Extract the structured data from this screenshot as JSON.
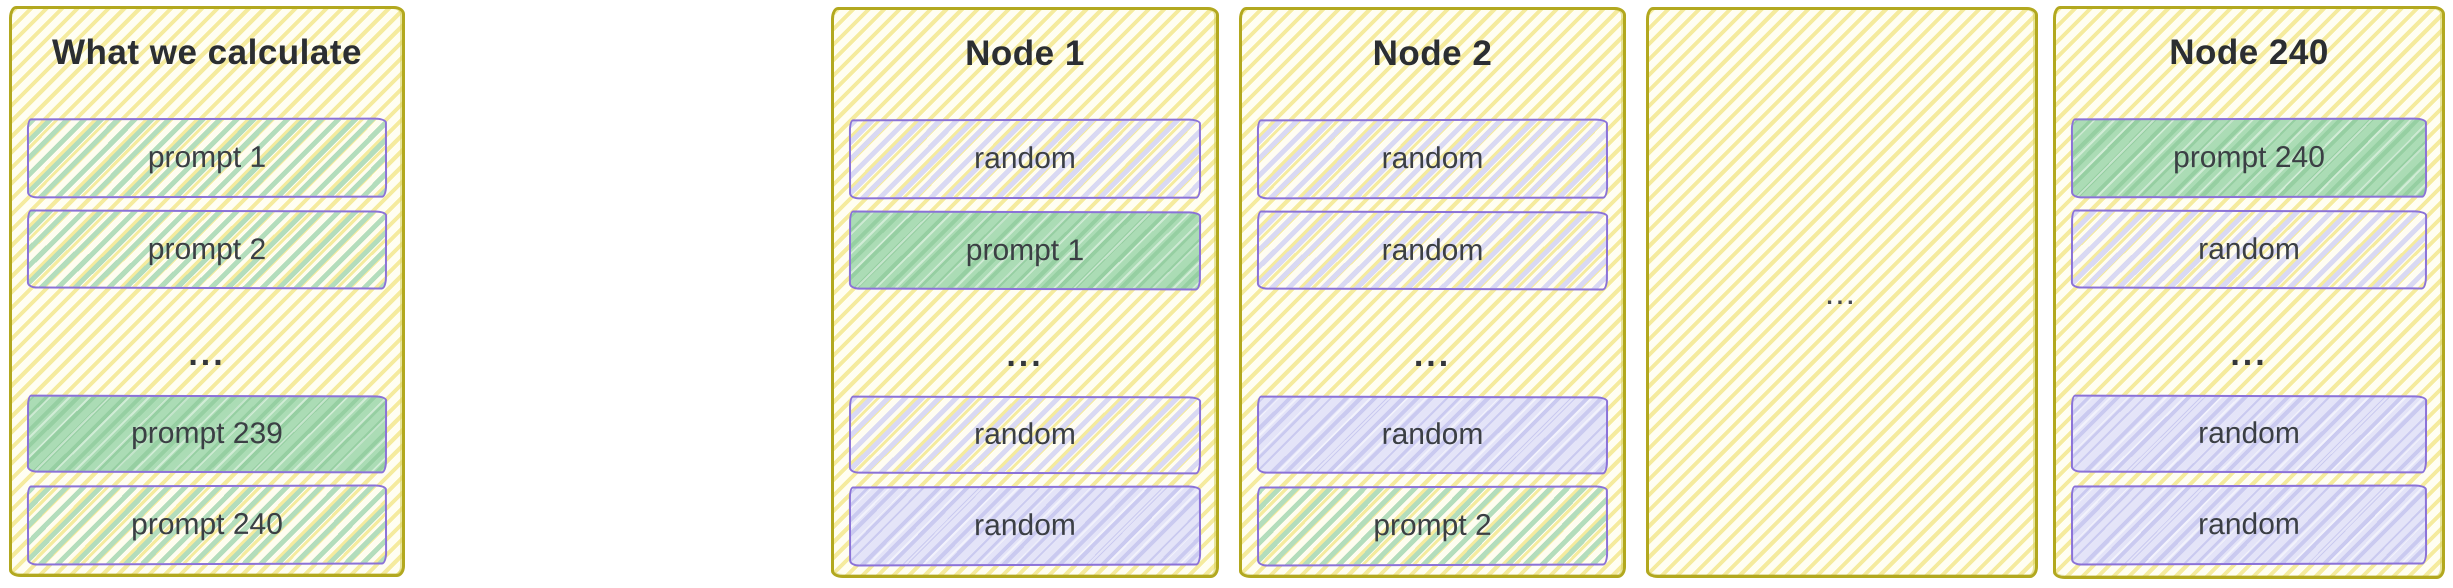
{
  "colors": {
    "panel_border": "#b2a81f",
    "panel_bg": "#fffef2",
    "panel_hatch_line": "#f5eb9e",
    "box_border": "#8b72d8",
    "green_hatch_line": "#b3ddbc",
    "green_solid_fill": "#abdcb5",
    "lavender_hatch_line": "#d9d9f3",
    "lavender_dense_fill": "#e4e4f8",
    "title_text": "#2b2e32",
    "label_text": "#3b3f44"
  },
  "panels": [
    {
      "id": "what-we-calculate",
      "title": "What we calculate",
      "rows": [
        {
          "kind": "box",
          "label": "prompt 1",
          "fill": "green-hatch"
        },
        {
          "kind": "box",
          "label": "prompt 2",
          "fill": "green-hatch"
        },
        {
          "kind": "ellipsis",
          "label": "..."
        },
        {
          "kind": "box",
          "label": "prompt 239",
          "fill": "green-solid"
        },
        {
          "kind": "box",
          "label": "prompt 240",
          "fill": "green-hatch"
        }
      ]
    },
    {
      "id": "node-1",
      "title": "Node 1",
      "rows": [
        {
          "kind": "box",
          "label": "random",
          "fill": "purple-hatch"
        },
        {
          "kind": "box",
          "label": "prompt 1",
          "fill": "green-solid"
        },
        {
          "kind": "ellipsis",
          "label": "..."
        },
        {
          "kind": "box",
          "label": "random",
          "fill": "purple-hatch"
        },
        {
          "kind": "box",
          "label": "random",
          "fill": "purple-dense"
        }
      ]
    },
    {
      "id": "node-2",
      "title": "Node 2",
      "rows": [
        {
          "kind": "box",
          "label": "random",
          "fill": "purple-hatch"
        },
        {
          "kind": "box",
          "label": "random",
          "fill": "purple-hatch"
        },
        {
          "kind": "ellipsis",
          "label": "..."
        },
        {
          "kind": "box",
          "label": "random",
          "fill": "purple-dense"
        },
        {
          "kind": "box",
          "label": "prompt 2",
          "fill": "green-hatch"
        }
      ]
    },
    {
      "id": "ellipsis-panel",
      "title": "",
      "rows": [
        {
          "kind": "center-ellipsis",
          "label": "..."
        }
      ]
    },
    {
      "id": "node-240",
      "title": "Node 240",
      "rows": [
        {
          "kind": "box",
          "label": "prompt 240",
          "fill": "green-solid"
        },
        {
          "kind": "box",
          "label": "random",
          "fill": "purple-hatch"
        },
        {
          "kind": "ellipsis",
          "label": "..."
        },
        {
          "kind": "box",
          "label": "random",
          "fill": "purple-dense"
        },
        {
          "kind": "box",
          "label": "random",
          "fill": "purple-dense"
        }
      ]
    }
  ]
}
